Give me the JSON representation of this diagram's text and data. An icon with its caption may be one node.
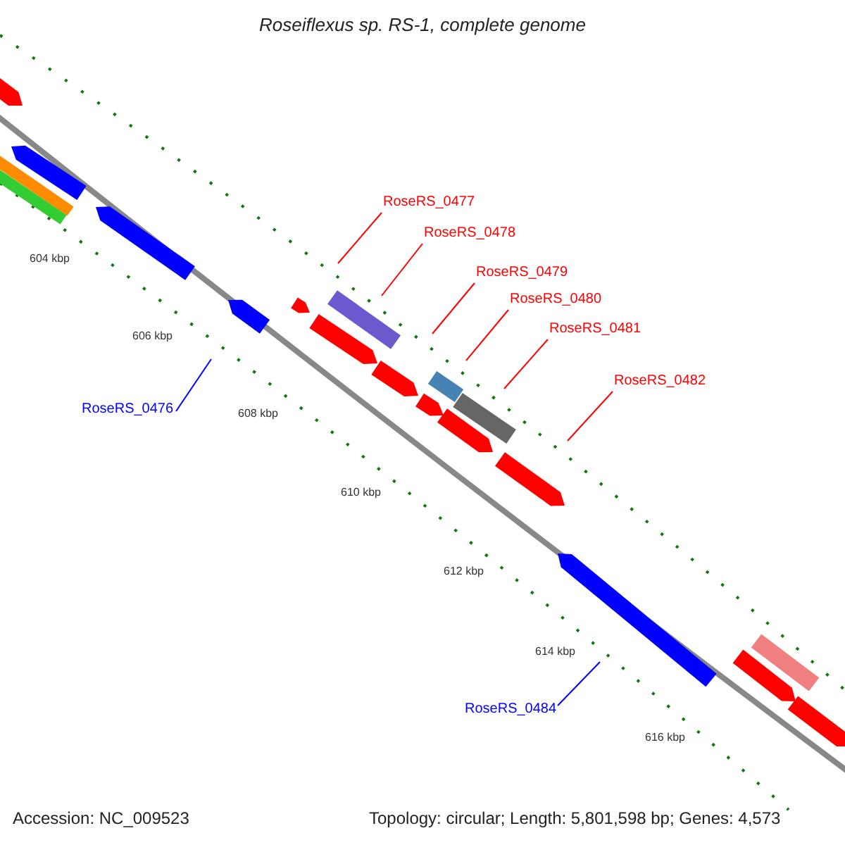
{
  "diagram": {
    "title": "Roseiflexus sp. RS-1, complete genome",
    "nodes": [
      {
        "text": [
          "RoseRS_0477"
        ]
      },
      {
        "text": [
          "RoseRS_0478"
        ]
      },
      {
        "text": [
          "RoseRS_0479"
        ]
      },
      {
        "text": [
          "RoseRS_0480"
        ]
      },
      {
        "text": [
          "RoseRS_0481"
        ]
      },
      {
        "text": [
          "RoseRS_0482"
        ]
      },
      {
        "text": [
          "RoseRS_0476"
        ]
      },
      {
        "text": [
          "RoseRS_0484"
        ]
      }
    ],
    "edges": [
      {
        "from": 0,
        "to": null,
        "arrow": "none"
      },
      {
        "from": 1,
        "to": null,
        "arrow": "none"
      },
      {
        "from": 2,
        "to": null,
        "arrow": "none"
      },
      {
        "from": 3,
        "to": null,
        "arrow": "none"
      },
      {
        "from": 4,
        "to": null,
        "arrow": "none"
      },
      {
        "from": 5,
        "to": null,
        "arrow": "none"
      },
      {
        "from": 6,
        "to": null,
        "arrow": "none",
        "color": "#0000ff"
      },
      {
        "from": 7,
        "to": null,
        "arrow": "none",
        "color": "#0000ff"
      }
    ],
    "labels": [
      "604 kbp",
      "606 kbp",
      "608 kbp",
      "610 kbp",
      "612 kbp",
      "614 kbp",
      "616 kbp",
      "Accession: NC_009523",
      "Topology: circular; Length: 5,801,598 bp; Genes: 4,573"
    ]
  }
}
